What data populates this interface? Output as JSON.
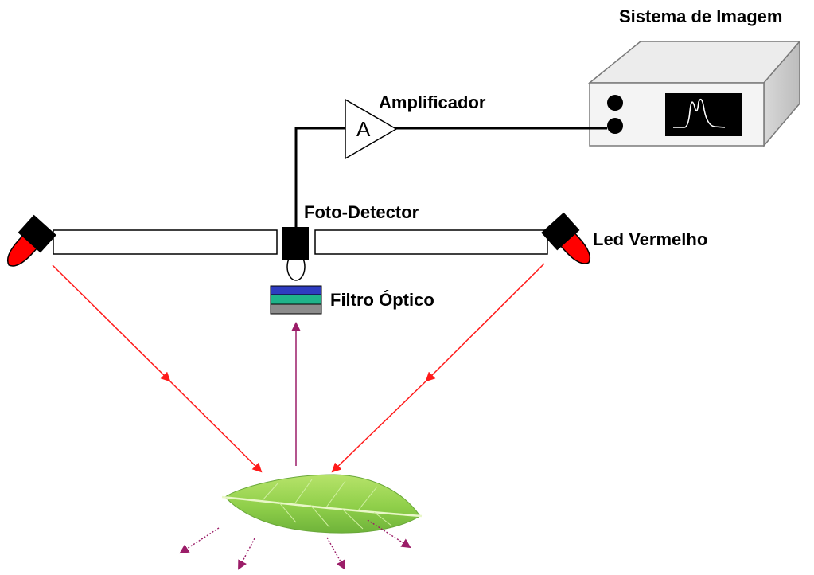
{
  "labels": {
    "imaging_system": "Sistema de Imagem",
    "amplifier": "Amplificador",
    "amplifier_symbol": "A",
    "photodetector": "Foto-Detector",
    "red_led": "Led Vermelho",
    "optical_filter": "Filtro Óptico"
  },
  "colors": {
    "led_red": "#ff0000",
    "emitted_light": "#ff1a1a",
    "fluorescence": "#9b1d68",
    "filter_top": "#2e3cc0",
    "filter_middle": "#1fb38a",
    "filter_bottom": "#8c8c8c",
    "screen": "#000000",
    "leaf": "#8fcf4a"
  },
  "icons": [
    "led-emitter-icon",
    "photodetector-icon",
    "amplifier-icon",
    "oscilloscope-icon",
    "leaf-icon"
  ]
}
